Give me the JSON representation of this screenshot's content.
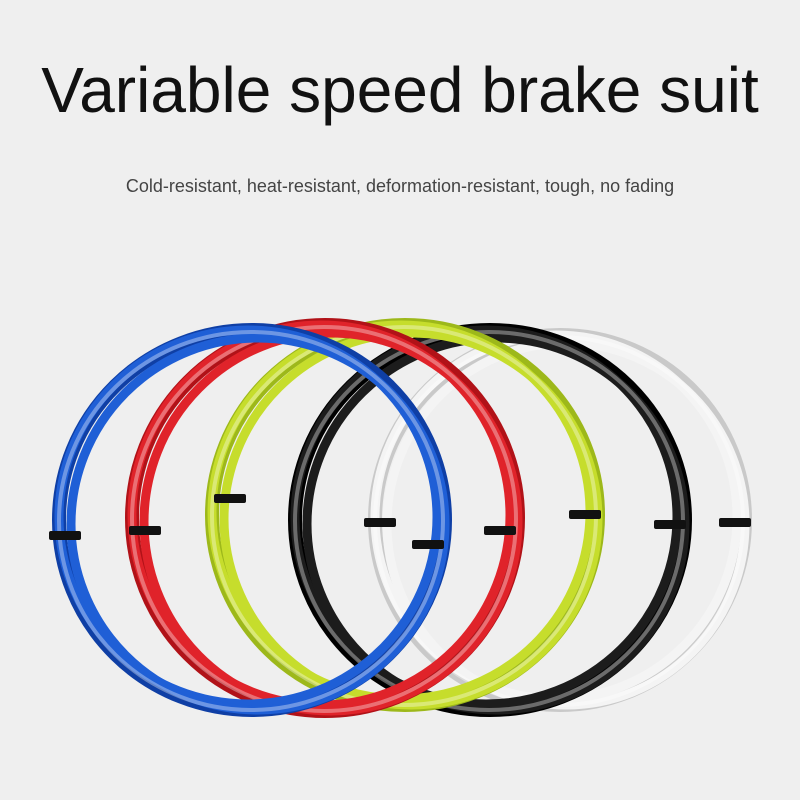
{
  "heading": {
    "title": "Variable speed brake suit",
    "subtitle": "Cold-resistant, heat-resistant, deformation-resistant, tough, no fading"
  },
  "product": {
    "cable_colors": [
      {
        "name": "white",
        "hex": "#f4f4f4",
        "shade": "#c9c9c9"
      },
      {
        "name": "black",
        "hex": "#1c1c1c",
        "shade": "#000000"
      },
      {
        "name": "lime",
        "hex": "#c6dd2c",
        "shade": "#9db81a"
      },
      {
        "name": "red",
        "hex": "#e0232a",
        "shade": "#b11218"
      },
      {
        "name": "blue",
        "hex": "#1f5fd6",
        "shade": "#0f3fa5"
      }
    ]
  }
}
